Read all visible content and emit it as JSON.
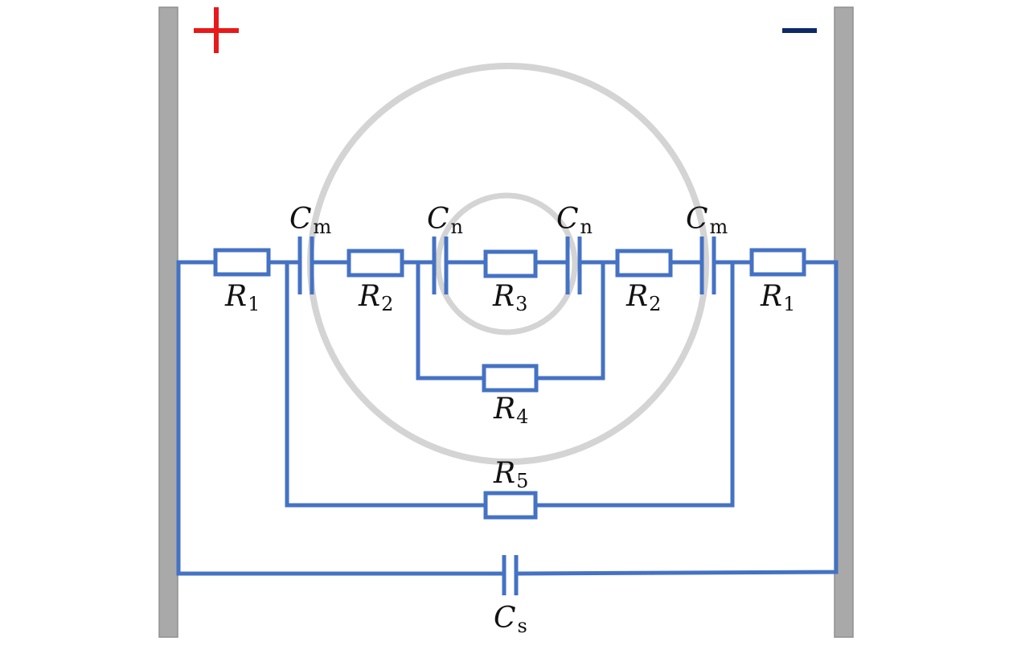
{
  "colors": {
    "wire": "#4472c4",
    "ring": "#d4d4d4",
    "electrode": "#a9a9a9",
    "positive": "#e8191a",
    "negative": "#0d2a66"
  },
  "signs": {
    "positive": "positive-sign",
    "negative": "negative-sign"
  },
  "labels": {
    "cm_left": {
      "main": "C",
      "sub": "m"
    },
    "cn_left": {
      "main": "C",
      "sub": "n"
    },
    "cn_right": {
      "main": "C",
      "sub": "n"
    },
    "cm_right": {
      "main": "C",
      "sub": "m"
    },
    "r1_left": {
      "main": "R",
      "sub": "1"
    },
    "r2_left": {
      "main": "R",
      "sub": "2"
    },
    "r3": {
      "main": "R",
      "sub": "3"
    },
    "r2_right": {
      "main": "R",
      "sub": "2"
    },
    "r1_right": {
      "main": "R",
      "sub": "1"
    },
    "r4": {
      "main": "R",
      "sub": "4"
    },
    "r5": {
      "main": "R",
      "sub": "5"
    },
    "cs": {
      "main": "C",
      "sub": "s"
    }
  }
}
